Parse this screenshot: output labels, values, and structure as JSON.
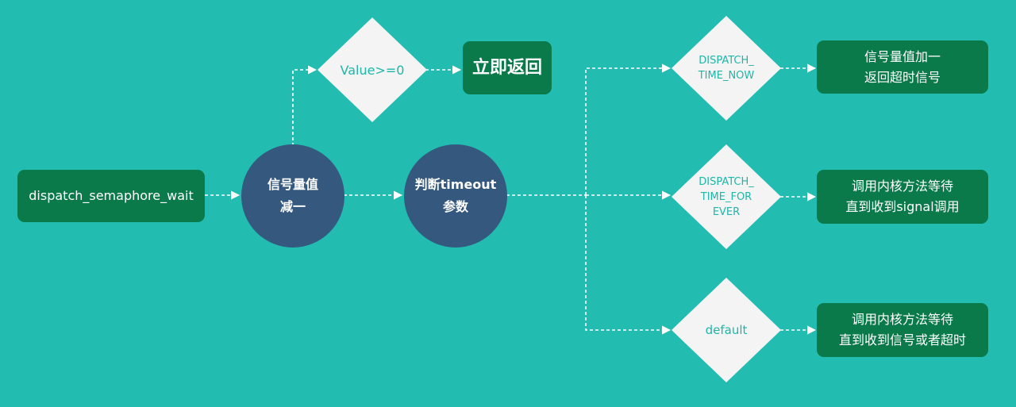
{
  "colors": {
    "background": "#22bcb1",
    "rect_fill": "#0a7a4a",
    "circle_fill": "#34587e",
    "diamond_fill": "#f4f4f4",
    "diamond_text": "#1fb6a8",
    "edge": "#ffffff"
  },
  "nodes": {
    "start": {
      "label": "dispatch_semaphore_wait"
    },
    "decrement": {
      "label": "信号量值\n减一"
    },
    "check_value": {
      "label": "Value>=0"
    },
    "return_now": {
      "label": "立即返回"
    },
    "judge_timeout": {
      "label": "判断timeout\n参数"
    },
    "case_now": {
      "label": "DISPATCH_\nTIME_NOW"
    },
    "result_now": {
      "label": "信号量值加一\n返回超时信号"
    },
    "case_forever": {
      "label": "DISPATCH_\nTIME_FOR\nEVER"
    },
    "result_forever": {
      "label": "调用内核方法等待\n直到收到signal调用"
    },
    "case_default": {
      "label": "default"
    },
    "result_default": {
      "label": "调用内核方法等待\n直到收到信号或者超时"
    }
  }
}
